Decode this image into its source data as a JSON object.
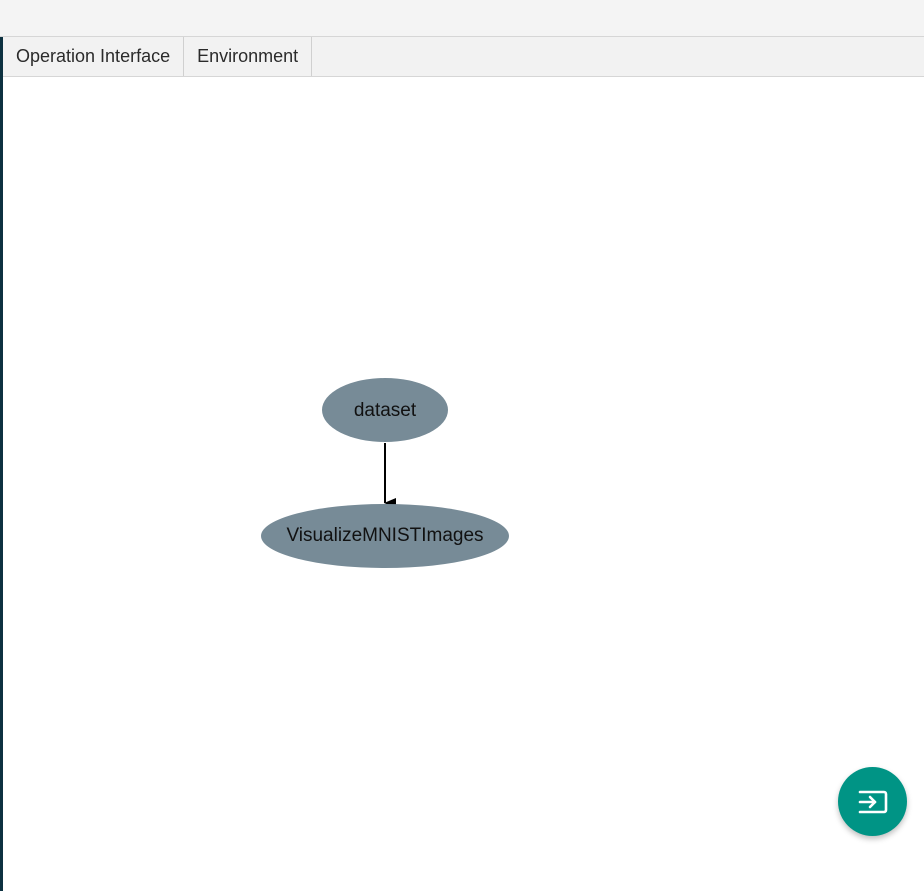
{
  "tabs": [
    {
      "label": "Operation Interface"
    },
    {
      "label": "Environment"
    }
  ],
  "graph": {
    "nodes": [
      {
        "id": "dataset",
        "label": "dataset"
      },
      {
        "id": "visualize",
        "label": "VisualizeMNISTImages"
      }
    ],
    "edges": [
      {
        "from": "dataset",
        "to": "VisualizeMNISTImages"
      }
    ],
    "node_color": "#778b97",
    "edge_color": "#000000"
  },
  "fab": {
    "icon": "input-icon",
    "color": "#009485"
  },
  "colors": {
    "left_edge": "#0d3140",
    "tabbar_bg": "#f2f2f2"
  }
}
